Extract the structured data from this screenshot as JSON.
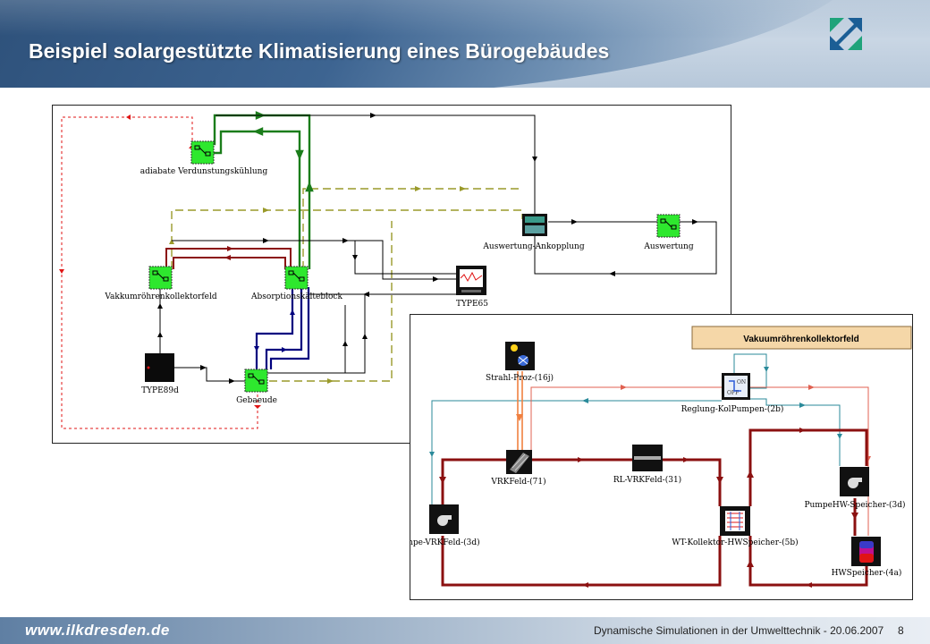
{
  "slide": {
    "title": "Beispiel solargestützte Klimatisierung eines Bürogebäudes",
    "footer_url": "www.ilkdresden.de",
    "footer_caption": "Dynamische Simulationen in der Umwelttechnik - 20.06.2007",
    "page_number": "8"
  },
  "main_diagram": {
    "components": [
      {
        "id": "adiabate",
        "label": "adiabate Verdunstungskühlung",
        "icon": "green-equation-block-icon"
      },
      {
        "id": "vakkum",
        "label": "Vakkumröhrenkollektorfeld",
        "icon": "green-equation-block-icon"
      },
      {
        "id": "absorption",
        "label": "Absorptionskälteblock",
        "icon": "green-equation-block-icon"
      },
      {
        "id": "type89d",
        "label": "TYPE89d",
        "icon": "weather-data-black-icon"
      },
      {
        "id": "gebaeude",
        "label": "Gebaeude",
        "icon": "green-equation-block-icon"
      },
      {
        "id": "type65",
        "label": "TYPE65",
        "icon": "online-plotter-icon"
      },
      {
        "id": "ankopplung",
        "label": "Auswertung-Ankopplung",
        "icon": "calculator-icon"
      },
      {
        "id": "auswertung",
        "label": "Auswertung",
        "icon": "green-equation-block-icon"
      }
    ]
  },
  "inset_diagram": {
    "header": "Vakuumröhrenkollektorfeld",
    "components": [
      {
        "id": "strahl",
        "label": "Strahl-Proz-(16j)",
        "icon": "radiation-processor-icon"
      },
      {
        "id": "regelung",
        "label": "Reglung-KolPumpen-(2b)",
        "icon": "controller-on-off-icon"
      },
      {
        "id": "vrkfeld",
        "label": "VRKFeld-(71)",
        "icon": "collector-icon"
      },
      {
        "id": "rlvrk",
        "label": "RL-VRKFeld-(31)",
        "icon": "pipe-icon"
      },
      {
        "id": "pumpehw",
        "label": "PumpeHW-Speicher-(3d)",
        "icon": "pump-icon"
      },
      {
        "id": "pumpevrk",
        "label": "mpe-VRKFeld-(3d)",
        "icon": "pump-icon"
      },
      {
        "id": "wt",
        "label": "WT-Kollektor-HWSpeicher-(5b)",
        "icon": "heat-exchanger-icon"
      },
      {
        "id": "hwspeicher",
        "label": "HWSpeicher-(4a)",
        "icon": "storage-tank-icon"
      }
    ],
    "regler_on": "ON",
    "regler_off": "OFF"
  },
  "colors": {
    "green_link": "#1b7d1b",
    "dark_red_link": "#8b1010",
    "navy_link": "#00007f",
    "olive_dashed": "#9a9a2a",
    "red_dashed": "#e01414",
    "teal_control": "#2a8a9a",
    "orange_radiation": "#f08040",
    "inset_header_bg": "#f5d7a8"
  }
}
